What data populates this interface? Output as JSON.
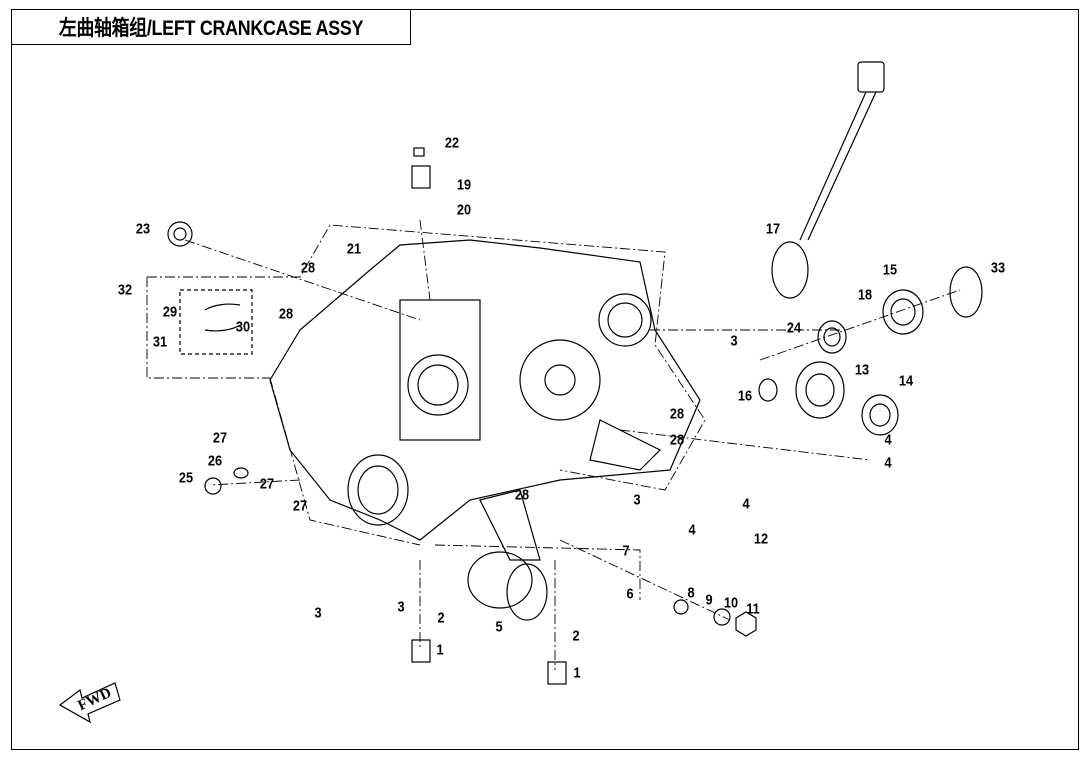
{
  "title": "左曲轴箱组/LEFT CRANKCASE ASSY",
  "fwd_label": "FWD",
  "callouts": [
    "22",
    "19",
    "20",
    "23",
    "21",
    "28",
    "32",
    "29",
    "28",
    "30",
    "31",
    "17",
    "15",
    "33",
    "18",
    "24",
    "3",
    "13",
    "14",
    "16",
    "28",
    "28",
    "4",
    "27",
    "26",
    "27",
    "25",
    "27",
    "28",
    "3",
    "4",
    "4",
    "12",
    "7",
    "6",
    "8",
    "9",
    "10",
    "11",
    "3",
    "3",
    "2",
    "5",
    "2",
    "1",
    "1",
    "4"
  ]
}
